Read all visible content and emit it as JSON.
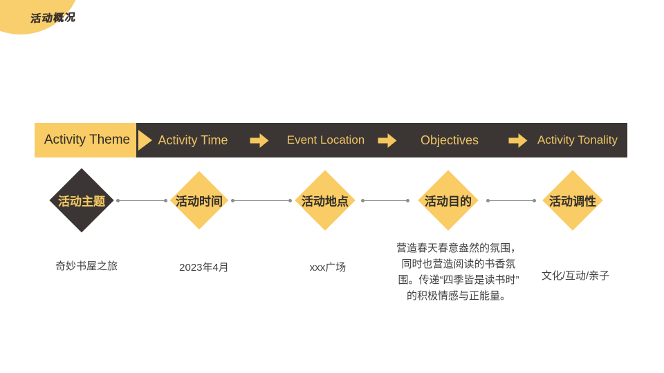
{
  "header": {
    "title": "活动概况"
  },
  "banner": {
    "segments": [
      {
        "label": "Activity Theme"
      },
      {
        "label": "Activity Time"
      },
      {
        "label": "Event Location"
      },
      {
        "label": "Objectives"
      },
      {
        "label": "Activity Tonality"
      }
    ]
  },
  "timeline": {
    "nodes": [
      {
        "label": "活动主题",
        "detail": "奇妙书屋之旅"
      },
      {
        "label": "活动时间",
        "detail": "2023年4月"
      },
      {
        "label": "活动地点",
        "detail": "xxx广场"
      },
      {
        "label": "活动目的",
        "detail": "营造春天春意盎然的氛围，\n同时也营造阅读的书香氛\n围。传递“四季皆是读书时”\n的积极情感与正能量。"
      },
      {
        "label": "活动调性",
        "detail": "文化/互动/亲子"
      }
    ]
  },
  "colors": {
    "accent_yellow": "#f9cc65",
    "dark": "#3b3633"
  }
}
